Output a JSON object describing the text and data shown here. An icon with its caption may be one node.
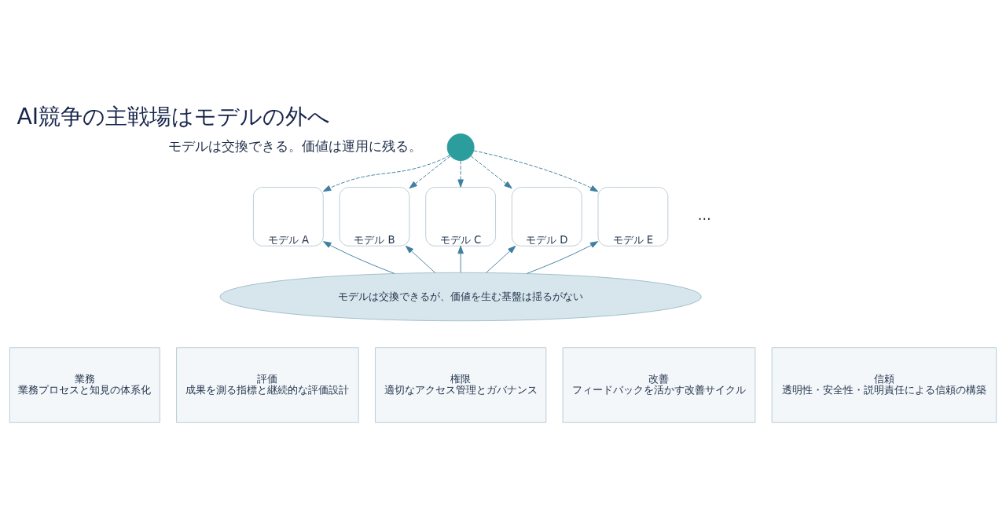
{
  "diagram": {
    "title": "AI競争の主戦場はモデルの外へ",
    "nodes": [
      {
        "text": [],
        "shape": "circle"
      },
      {
        "text": [
          "モデル A"
        ]
      },
      {
        "text": [
          "モデル B"
        ]
      },
      {
        "text": [
          "モデル C"
        ]
      },
      {
        "text": [
          "モデル D"
        ]
      },
      {
        "text": [
          "モデル E"
        ]
      },
      {
        "text": [
          "モデルは交換できるが、価値を生む基盤は揺るがない"
        ]
      },
      {
        "text": [
          "業務",
          "業務プロセスと知見の体系化"
        ]
      },
      {
        "text": [
          "評価",
          "成果を測る指標と継続的な評価設計"
        ]
      },
      {
        "text": [
          "権限",
          "適切なアクセス管理とガバナンス"
        ]
      },
      {
        "text": [
          "改善",
          "フィードバックを活かす改善サイクル"
        ]
      },
      {
        "text": [
          "信頼",
          "透明性・安全性・説明責任による信頼の構築"
        ]
      }
    ],
    "edges": [
      {
        "from": 0,
        "to": 1,
        "arrow": "to",
        "style": "dashed"
      },
      {
        "from": 0,
        "to": 2,
        "arrow": "to",
        "style": "dashed"
      },
      {
        "from": 0,
        "to": 3,
        "arrow": "to",
        "style": "dashed"
      },
      {
        "from": 0,
        "to": 4,
        "arrow": "to",
        "style": "dashed"
      },
      {
        "from": 0,
        "to": 5,
        "arrow": "to",
        "style": "dashed"
      },
      {
        "from": 6,
        "to": 1,
        "arrow": "to"
      },
      {
        "from": 6,
        "to": 2,
        "arrow": "to"
      },
      {
        "from": 6,
        "to": 3,
        "arrow": "to"
      },
      {
        "from": 6,
        "to": 4,
        "arrow": "to"
      },
      {
        "from": 6,
        "to": 5,
        "arrow": "to"
      }
    ],
    "labels": [
      "モデルは交換できる。価値は運用に残る。",
      "…"
    ]
  }
}
